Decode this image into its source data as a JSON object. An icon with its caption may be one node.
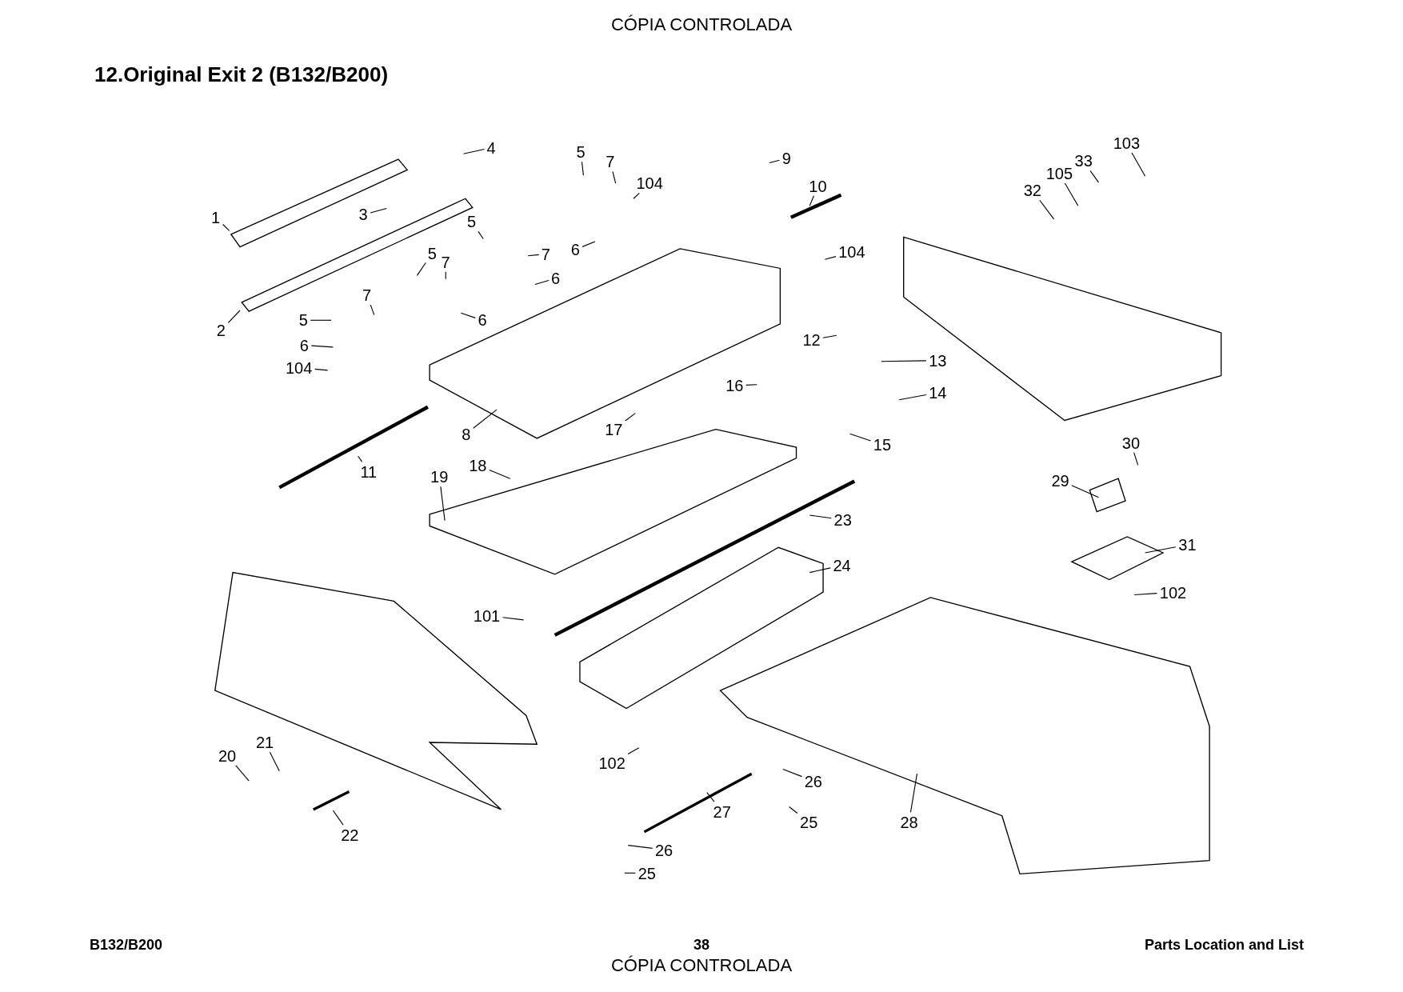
{
  "diagram": {
    "title": "12.Original Exit 2 (B132/B200)",
    "nodes": [
      {
        "text": [
          "1"
        ]
      },
      {
        "text": [
          "4"
        ]
      },
      {
        "text": [
          "5"
        ]
      },
      {
        "text": [
          "7"
        ]
      },
      {
        "text": [
          "9"
        ]
      },
      {
        "text": [
          "103"
        ]
      },
      {
        "text": [
          "105"
        ]
      },
      {
        "text": [
          "33"
        ]
      },
      {
        "text": [
          "104"
        ]
      },
      {
        "text": [
          "10"
        ]
      },
      {
        "text": [
          "32"
        ]
      },
      {
        "text": [
          "3"
        ]
      },
      {
        "text": [
          "5"
        ]
      },
      {
        "text": [
          "6"
        ]
      },
      {
        "text": [
          "104"
        ]
      },
      {
        "text": [
          "5"
        ]
      },
      {
        "text": [
          "7"
        ]
      },
      {
        "text": [
          "7"
        ]
      },
      {
        "text": [
          "6"
        ]
      },
      {
        "text": [
          "2"
        ]
      },
      {
        "text": [
          "7"
        ]
      },
      {
        "text": [
          "6"
        ]
      },
      {
        "text": [
          "5"
        ]
      },
      {
        "text": [
          "12"
        ]
      },
      {
        "text": [
          "6"
        ]
      },
      {
        "text": [
          "13"
        ]
      },
      {
        "text": [
          "104"
        ]
      },
      {
        "text": [
          "14"
        ]
      },
      {
        "text": [
          "16"
        ]
      },
      {
        "text": [
          "17"
        ]
      },
      {
        "text": [
          "8"
        ]
      },
      {
        "text": [
          "15"
        ]
      },
      {
        "text": [
          "11"
        ]
      },
      {
        "text": [
          "30"
        ]
      },
      {
        "text": [
          "18"
        ]
      },
      {
        "text": [
          "19"
        ]
      },
      {
        "text": [
          "29"
        ]
      },
      {
        "text": [
          "23"
        ]
      },
      {
        "text": [
          "31"
        ]
      },
      {
        "text": [
          "24"
        ]
      },
      {
        "text": [
          "102"
        ]
      },
      {
        "text": [
          "101"
        ]
      },
      {
        "text": [
          "21"
        ]
      },
      {
        "text": [
          "20"
        ]
      },
      {
        "text": [
          "102"
        ]
      },
      {
        "text": [
          "26"
        ]
      },
      {
        "text": [
          "27"
        ]
      },
      {
        "text": [
          "25"
        ]
      },
      {
        "text": [
          "28"
        ]
      },
      {
        "text": [
          "22"
        ]
      },
      {
        "text": [
          "26"
        ]
      },
      {
        "text": [
          "25"
        ]
      }
    ],
    "edges": [
      {
        "from": 0,
        "to": null,
        "arrow": "none"
      },
      {
        "from": 1,
        "to": null,
        "arrow": "none"
      },
      {
        "from": 2,
        "to": null,
        "arrow": "none"
      },
      {
        "from": 3,
        "to": null,
        "arrow": "none"
      },
      {
        "from": 4,
        "to": null,
        "arrow": "none"
      },
      {
        "from": 5,
        "to": null,
        "arrow": "none"
      },
      {
        "from": 6,
        "to": null,
        "arrow": "none"
      },
      {
        "from": 7,
        "to": null,
        "arrow": "none"
      },
      {
        "from": 8,
        "to": null,
        "arrow": "none"
      },
      {
        "from": 9,
        "to": null,
        "arrow": "none"
      },
      {
        "from": 10,
        "to": null,
        "arrow": "none"
      },
      {
        "from": 11,
        "to": null,
        "arrow": "none"
      },
      {
        "from": 12,
        "to": null,
        "arrow": "none"
      },
      {
        "from": 13,
        "to": null,
        "arrow": "none"
      },
      {
        "from": 14,
        "to": null,
        "arrow": "none"
      },
      {
        "from": 15,
        "to": null,
        "arrow": "none"
      },
      {
        "from": 16,
        "to": null,
        "arrow": "none"
      },
      {
        "from": 17,
        "to": null,
        "arrow": "none"
      },
      {
        "from": 18,
        "to": null,
        "arrow": "none"
      },
      {
        "from": 19,
        "to": null,
        "arrow": "none"
      },
      {
        "from": 20,
        "to": null,
        "arrow": "none"
      },
      {
        "from": 21,
        "to": null,
        "arrow": "none"
      },
      {
        "from": 22,
        "to": null,
        "arrow": "none"
      },
      {
        "from": 23,
        "to": null,
        "arrow": "none"
      },
      {
        "from": 24,
        "to": null,
        "arrow": "none"
      },
      {
        "from": 25,
        "to": null,
        "arrow": "none"
      },
      {
        "from": 26,
        "to": null,
        "arrow": "none"
      },
      {
        "from": 27,
        "to": null,
        "arrow": "none"
      },
      {
        "from": 28,
        "to": null,
        "arrow": "none"
      },
      {
        "from": 29,
        "to": null,
        "arrow": "none"
      },
      {
        "from": 30,
        "to": null,
        "arrow": "none"
      },
      {
        "from": 31,
        "to": null,
        "arrow": "none"
      },
      {
        "from": 32,
        "to": null,
        "arrow": "none"
      },
      {
        "from": 33,
        "to": null,
        "arrow": "none"
      },
      {
        "from": 34,
        "to": null,
        "arrow": "none"
      },
      {
        "from": 35,
        "to": null,
        "arrow": "none"
      },
      {
        "from": 36,
        "to": null,
        "arrow": "none"
      },
      {
        "from": 37,
        "to": null,
        "arrow": "none"
      },
      {
        "from": 38,
        "to": null,
        "arrow": "none"
      },
      {
        "from": 39,
        "to": null,
        "arrow": "none"
      },
      {
        "from": 40,
        "to": null,
        "arrow": "none"
      },
      {
        "from": 41,
        "to": null,
        "arrow": "none"
      },
      {
        "from": 42,
        "to": null,
        "arrow": "none"
      },
      {
        "from": 43,
        "to": null,
        "arrow": "none"
      },
      {
        "from": 44,
        "to": null,
        "arrow": "none"
      },
      {
        "from": 45,
        "to": null,
        "arrow": "none"
      },
      {
        "from": 46,
        "to": null,
        "arrow": "none"
      },
      {
        "from": 47,
        "to": null,
        "arrow": "none"
      },
      {
        "from": 48,
        "to": null,
        "arrow": "none"
      },
      {
        "from": 49,
        "to": null,
        "arrow": "none"
      },
      {
        "from": 50,
        "to": null,
        "arrow": "none"
      },
      {
        "from": 51,
        "to": null,
        "arrow": "none"
      }
    ],
    "labels": [
      "CÓPIA CONTROLADA",
      "B132/B200",
      "38",
      "Parts Location and List",
      "CÓPIA CONTROLADA"
    ]
  }
}
